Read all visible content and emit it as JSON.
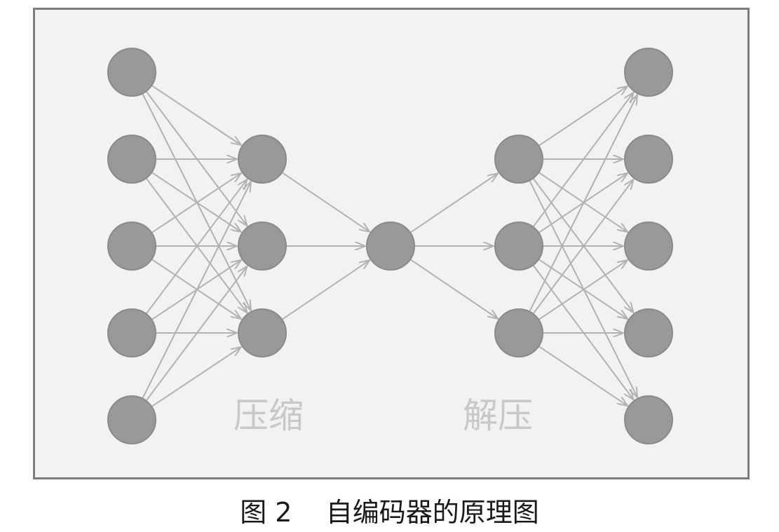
{
  "diagram": {
    "title": "自编码器的原理图",
    "figure_number": "图 2",
    "layers": [
      {
        "index": 0,
        "neurons": 5
      },
      {
        "index": 1,
        "neurons": 3
      },
      {
        "index": 2,
        "neurons": 1
      },
      {
        "index": 3,
        "neurons": 3
      },
      {
        "index": 4,
        "neurons": 5
      }
    ],
    "connections": "fully-connected between adjacent layers",
    "stage_labels": {
      "encode": "压缩",
      "decode": "解压"
    },
    "colors": {
      "background": "#f2f2f2",
      "border": "#7d7d7d",
      "node": "#999999",
      "edge": "#b2b2b2",
      "stage_label": "#c8c8c8",
      "caption": "#1a1a1a"
    }
  },
  "caption": {
    "figure_number": "图 2",
    "title": "自编码器的原理图"
  }
}
